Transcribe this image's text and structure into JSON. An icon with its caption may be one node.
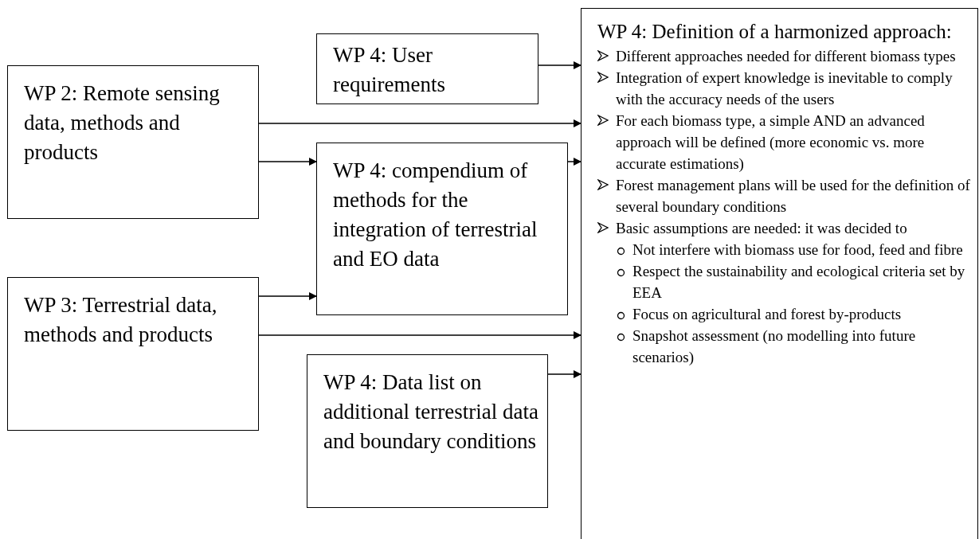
{
  "diagram": {
    "nodes": [
      {
        "text": [
          "WP 4: User requirements"
        ]
      },
      {
        "text": [
          "WP 2: Remote sensing data, methods and products"
        ]
      },
      {
        "text": [
          "WP 4: compendium of methods for the integration of terrestrial and EO data"
        ]
      },
      {
        "text": [
          "WP 3: Terrestrial data, methods and products"
        ]
      },
      {
        "text": [
          "WP 4: Data list on additional terrestrial data and boundary conditions"
        ]
      },
      {
        "text": [
          "WP 4: Definition of a harmonized approach:",
          "Different approaches needed for different biomass types",
          "Integration of expert knowledge is inevitable to comply with the accuracy needs of the users",
          "For each biomass type, a simple AND an advanced approach will be defined (more economic vs. more accurate estimations)",
          "Forest management plans will be used for the definition of several boundary conditions",
          "Basic assumptions are needed: it was decided to",
          "Not interfere with biomass use for food, feed and fibre",
          "Respect the sustainability and ecological criteria set by EEA",
          "Focus on agricultural and forest by-products",
          "Snapshot assessment (no modelling into future scenarios)"
        ]
      }
    ],
    "edges": [
      {
        "from": 0,
        "to": 5,
        "arrow": "to"
      },
      {
        "from": 1,
        "to": 5,
        "arrow": "to"
      },
      {
        "from": 1,
        "to": 2,
        "arrow": "to"
      },
      {
        "from": 2,
        "to": 5,
        "arrow": "to"
      },
      {
        "from": 3,
        "to": 2,
        "arrow": "to"
      },
      {
        "from": 3,
        "to": 5,
        "arrow": "to"
      },
      {
        "from": 4,
        "to": 5,
        "arrow": "to"
      }
    ]
  }
}
